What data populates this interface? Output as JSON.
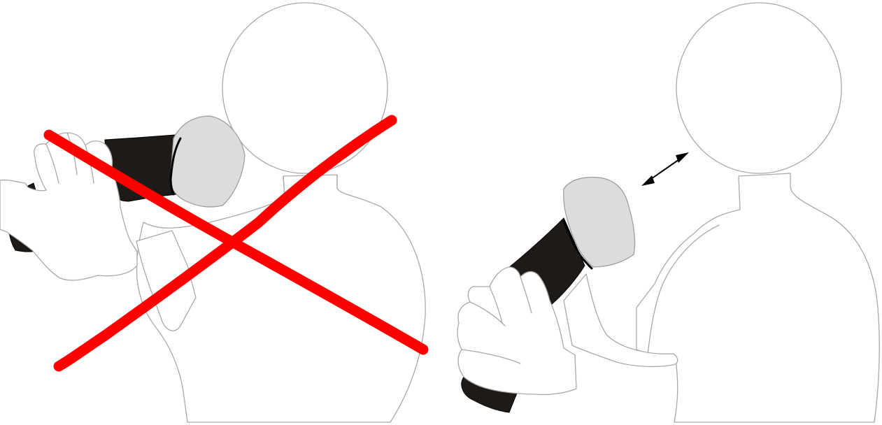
{
  "panels": [
    {
      "name": "incorrect-mic-position",
      "status": "wrong",
      "crossed_out": true
    },
    {
      "name": "correct-mic-position",
      "status": "right",
      "crossed_out": false
    }
  ],
  "colors": {
    "cross": "#ff0000",
    "mic_body": "#1e1a17",
    "mic_grille": "#dcdcdc",
    "outline": "#a9a9a9",
    "arrow": "#000000"
  },
  "icons": [
    "person-outline-icon",
    "microphone-icon",
    "hand-icon",
    "cross-out-icon",
    "double-arrow-icon"
  ]
}
